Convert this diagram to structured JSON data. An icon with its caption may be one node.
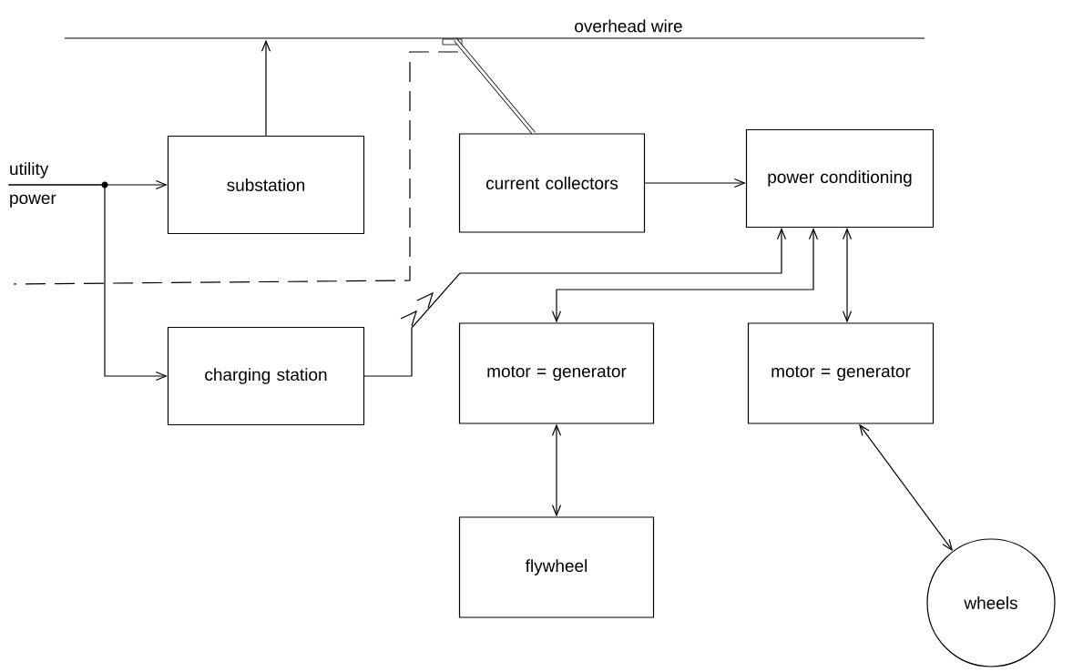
{
  "diagram": {
    "nodes": [
      {
        "text": [
          "overhead wire"
        ]
      },
      {
        "text": [
          "utility power"
        ]
      },
      {
        "text": [
          "substation"
        ]
      },
      {
        "text": [
          "current collectors"
        ]
      },
      {
        "text": [
          "power conditioning"
        ]
      },
      {
        "text": [
          "charging station"
        ]
      },
      {
        "text": [
          "motor = generator"
        ]
      },
      {
        "text": [
          "motor = generator"
        ]
      },
      {
        "text": [
          "flywheel"
        ]
      },
      {
        "text": [
          "wheels"
        ]
      }
    ],
    "edges": [
      {
        "from": 2,
        "to": 0,
        "arrow": "to"
      },
      {
        "from": 1,
        "to": 2,
        "arrow": "to"
      },
      {
        "from": 1,
        "to": 5,
        "arrow": "to"
      },
      {
        "from": 3,
        "to": 0,
        "arrow": "none",
        "style": "thick"
      },
      {
        "from": 3,
        "to": 4,
        "arrow": "to"
      },
      {
        "from": 5,
        "to": 4,
        "arrow": "to"
      },
      {
        "from": 4,
        "to": 6,
        "arrow": "both"
      },
      {
        "from": 4,
        "to": 7,
        "arrow": "both"
      },
      {
        "from": 6,
        "to": 8,
        "arrow": "both"
      },
      {
        "from": 7,
        "to": 9,
        "arrow": "both"
      }
    ]
  }
}
